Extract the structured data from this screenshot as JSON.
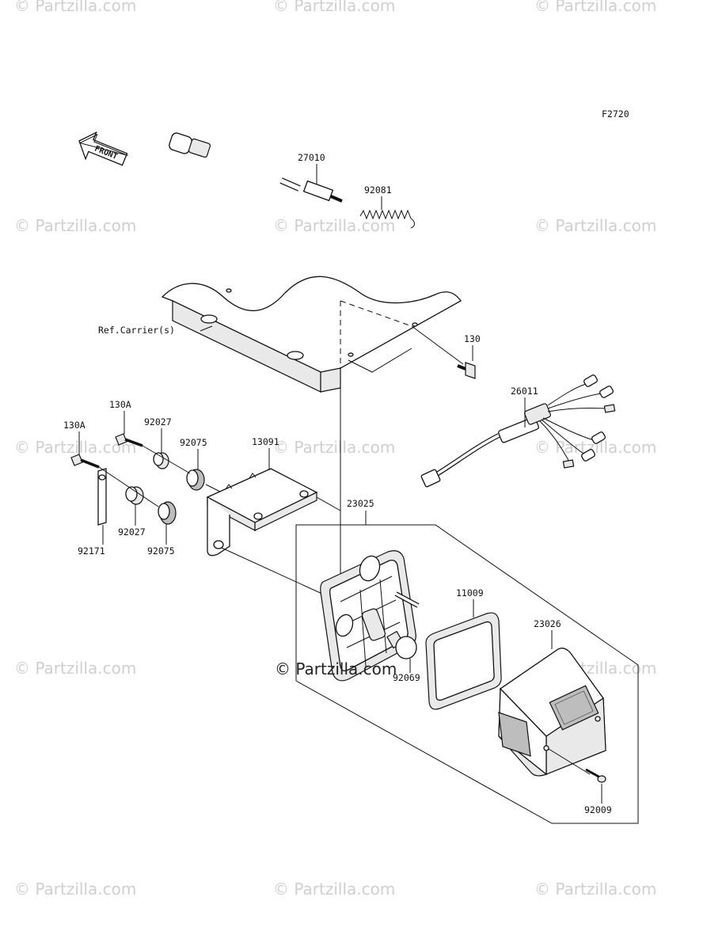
{
  "diagram": {
    "figure_code": "F2720",
    "front_arrow_label": "FRONT",
    "reference_label": "Ref.Carrier(s)",
    "part_labels": {
      "p27010": "27010",
      "p92081": "92081",
      "p130": "130",
      "p26011": "26011",
      "p130a_top": "130A",
      "p130a_left": "130A",
      "p92027_top": "92027",
      "p92075_top": "92075",
      "p13091": "13091",
      "p23025": "23025",
      "p92027_bottom": "92027",
      "p92075_bottom": "92075",
      "p92171": "92171",
      "p11009": "11009",
      "p23026": "23026",
      "p92069": "92069",
      "p92009": "92009"
    },
    "watermark_text": "© Partzilla.com"
  }
}
